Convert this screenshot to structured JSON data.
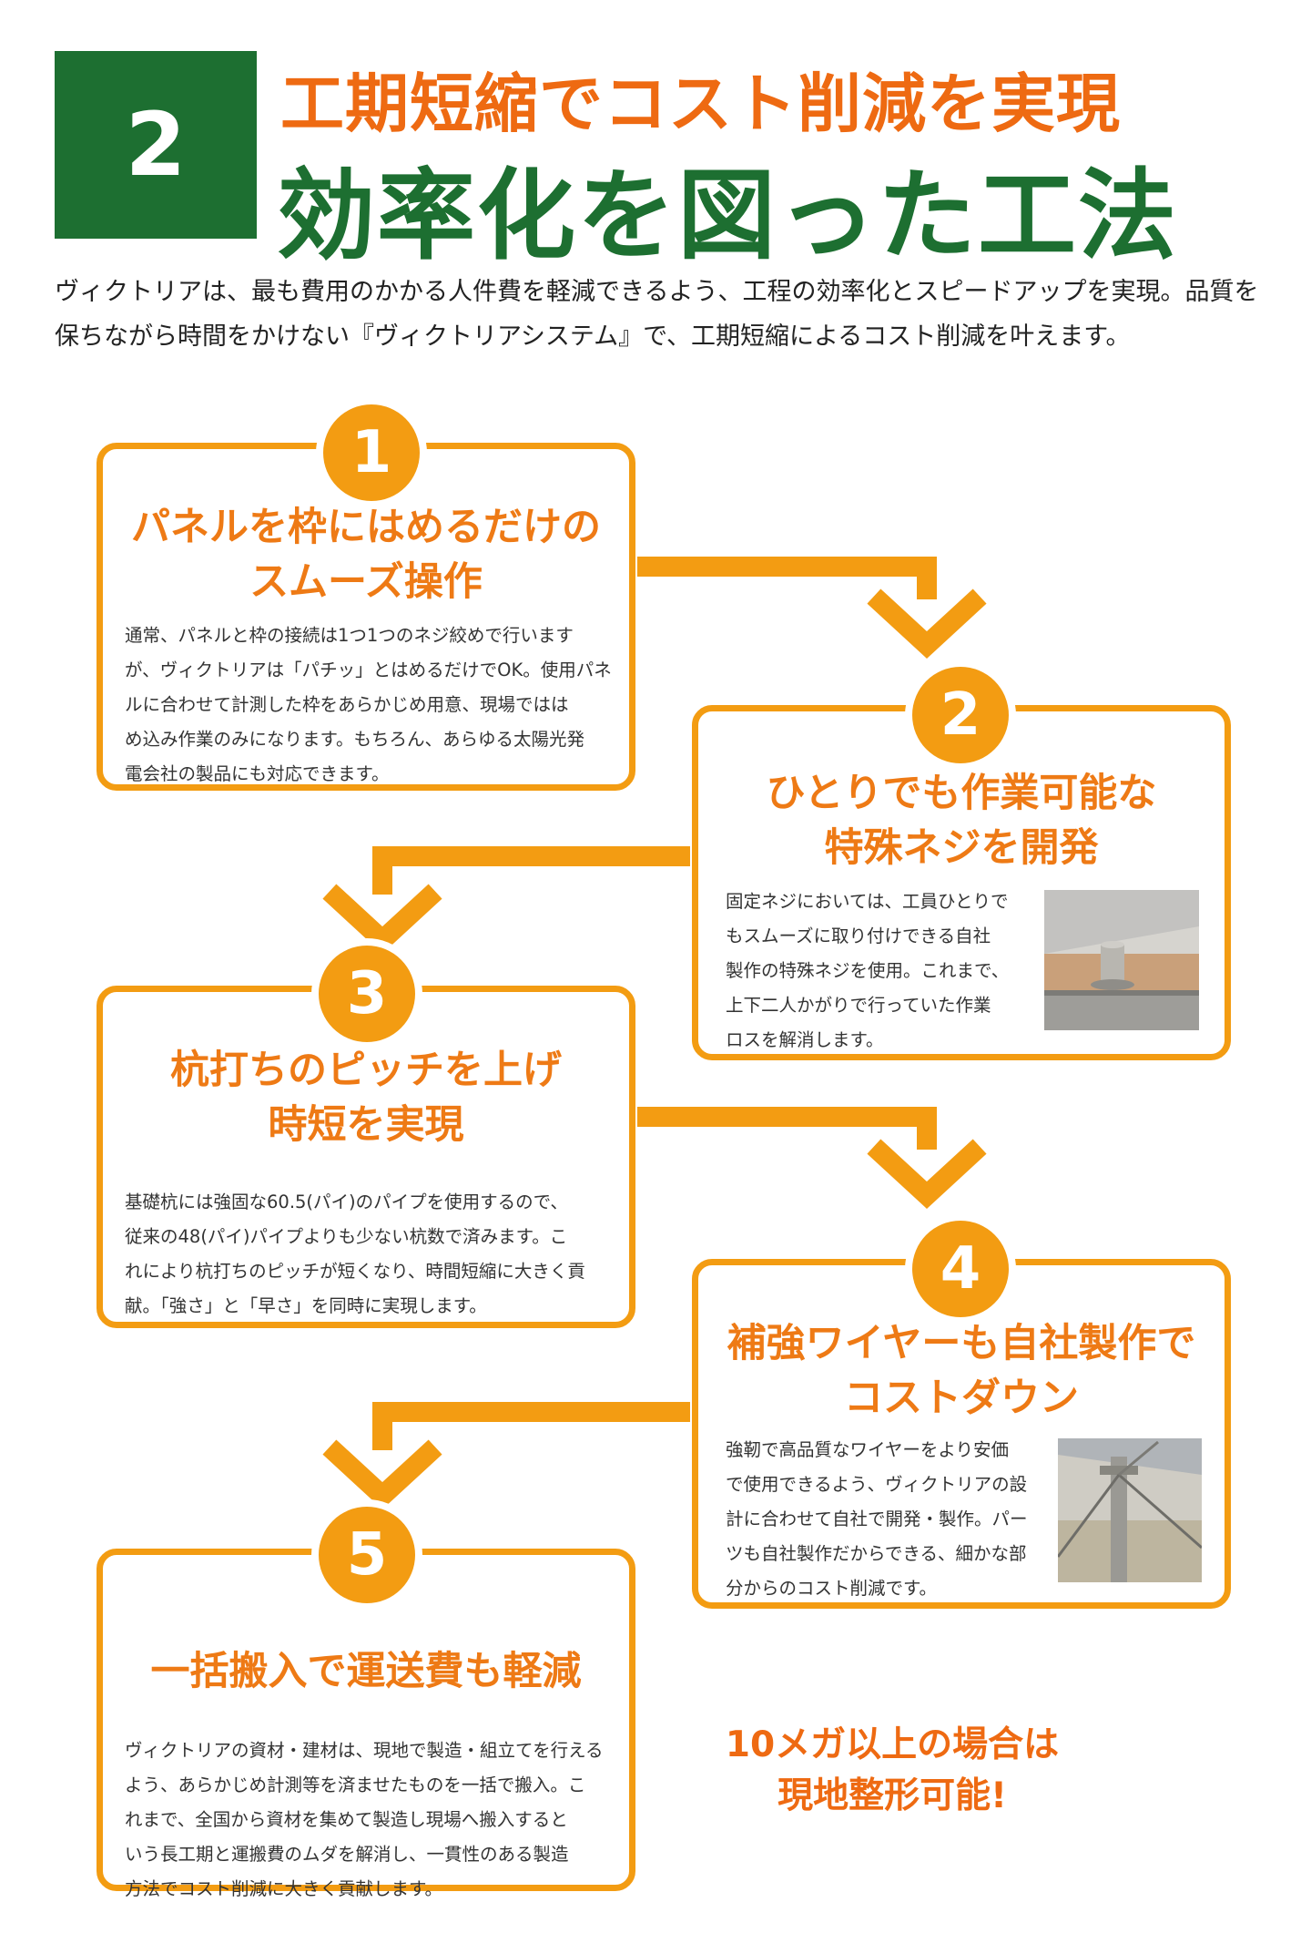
{
  "header": {
    "number": "2",
    "title_line1": "工期短縮でコスト削減を実現",
    "title_line2": "効率化を図った工法"
  },
  "intro": {
    "line1": "ヴィクトリアは、最も費用のかかる人件費を軽減できるよう、工程の効率化とスピードアップを実現。品質を",
    "line2": "保ちながら時間をかけない『ヴィクトリアシステム』で、工期短縮によるコスト削減を叶えます。"
  },
  "steps": [
    {
      "number": "1",
      "title": [
        "パネルを枠にはめるだけの",
        "スムーズ操作"
      ],
      "body": [
        "通常、パネルと枠の接続は1つ1つのネジ絞めで行います",
        "が、ヴィクトリアは「パチッ」とはめるだけでOK。使用パネ",
        "ルに合わせて計測した枠をあらかじめ用意、現場ではは",
        "め込み作業のみになります。もちろん、あらゆる太陽光発",
        "電会社の製品にも対応できます。"
      ]
    },
    {
      "number": "2",
      "title": [
        "ひとりでも作業可能な",
        "特殊ネジを開発"
      ],
      "body": [
        "固定ネジにおいては、工員ひとりで",
        "もスムーズに取り付けできる自社",
        "製作の特殊ネジを使用。これまで、",
        "上下二人かがりで行っていた作業",
        "ロスを解消します。"
      ]
    },
    {
      "number": "3",
      "title": [
        "杭打ちのピッチを上げ",
        "時短を実現"
      ],
      "body": [
        "基礎杭には強固な60.5(パイ)のパイプを使用するので、",
        "従来の48(パイ)パイプよりも少ない杭数で済みます。こ",
        "れにより杭打ちのピッチが短くなり、時間短縮に大きく貢",
        "献。「強さ」と「早さ」を同時に実現します。"
      ]
    },
    {
      "number": "4",
      "title": [
        "補強ワイヤーも自社製作で",
        "コストダウン"
      ],
      "body": [
        "強靭で高品質なワイヤーをより安価",
        "で使用できるよう、ヴィクトリアの設",
        "計に合わせて自社で開発・製作。パー",
        "ツも自社製作だからできる、細かな部",
        "分からのコスト削減です。"
      ]
    },
    {
      "number": "5",
      "title": [
        "一括搬入で運送費も軽減"
      ],
      "body": [
        "ヴィクトリアの資材・建材は、現地で製造・組立てを行える",
        "よう、あらかじめ計測等を済ませたものを一括で搬入。こ",
        "れまで、全国から資材を集めて製造し現場へ搬入すると",
        "いう長工期と運搬費のムダを解消し、一貫性のある製造",
        "方法でコスト削減に大きく貢献します。"
      ]
    }
  ],
  "note": {
    "line1": "10メガ以上の場合は",
    "line2": "現地整形可能!"
  },
  "colors": {
    "green": "#1d6f31",
    "orange": "#f39c12",
    "title_orange": "#ee6a12"
  }
}
